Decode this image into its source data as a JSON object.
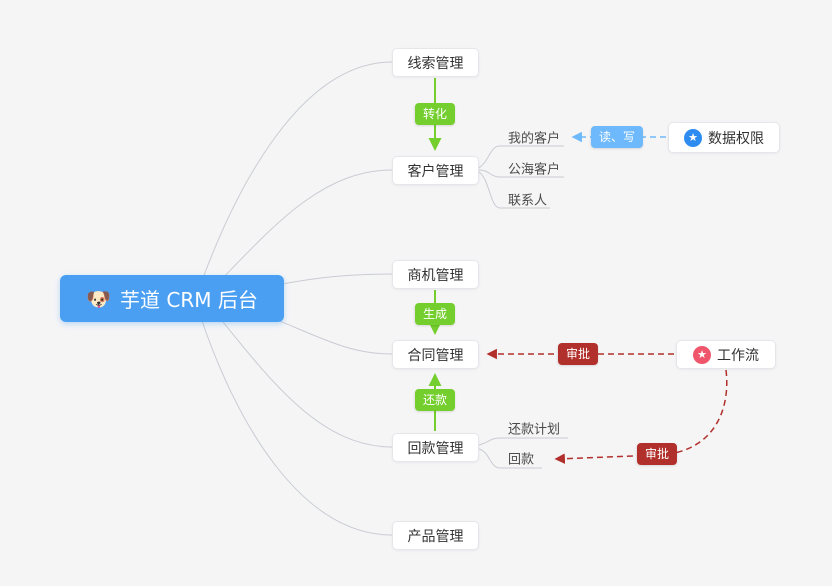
{
  "root": {
    "emoji": "🐶",
    "label": "芋道 CRM 后台"
  },
  "nodes": {
    "lead": "线索管理",
    "customer": "客户管理",
    "opportunity": "商机管理",
    "contract": "合同管理",
    "receivable": "回款管理",
    "product": "产品管理",
    "data_permission": "数据权限",
    "workflow": "工作流"
  },
  "subnodes": {
    "my_customer": "我的客户",
    "public_customer": "公海客户",
    "contact": "联系人",
    "repayment_plan": "还款计划",
    "receivable_record": "回款"
  },
  "edge_labels": {
    "convert": "转化",
    "generate": "生成",
    "repay": "还款",
    "read_write": "读、写",
    "approve_contract": "审批",
    "approve_receivable": "审批"
  },
  "icons": {
    "star_glyph": "★"
  },
  "colors": {
    "root_bg": "#4A9FF2",
    "green": "#74CE2E",
    "light_blue": "#6EB9FB",
    "dark_red": "#B2302C",
    "connector_gray": "#C9CCD2",
    "icon_blue": "#2E8CF0",
    "icon_red": "#F0566B",
    "background": "#F5F5F6"
  }
}
